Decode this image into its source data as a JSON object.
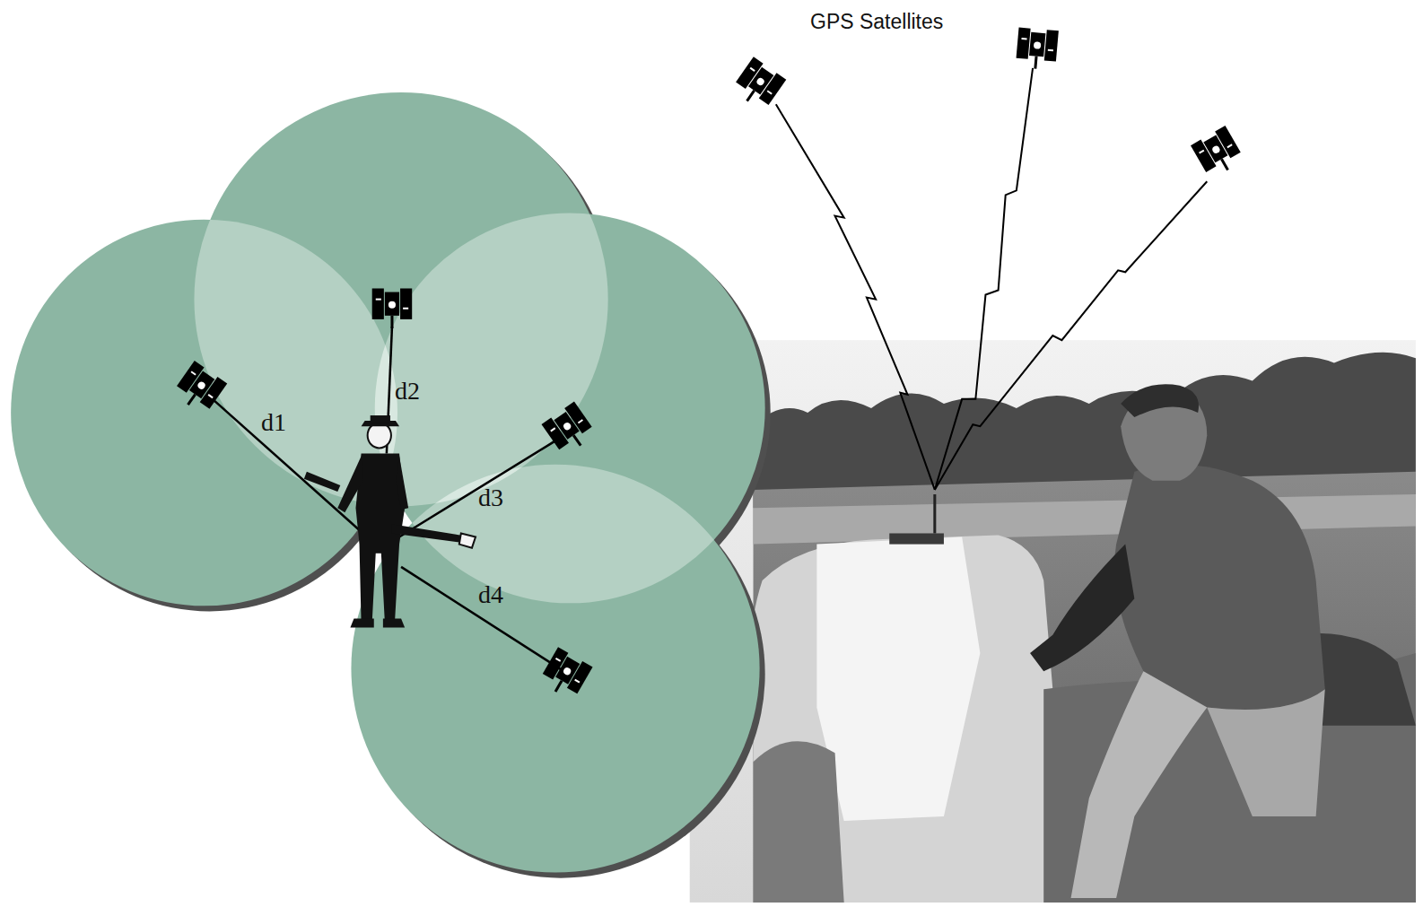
{
  "diagram": {
    "labels": [
      "GPS Satellites",
      "d1",
      "d2",
      "d3",
      "d4"
    ]
  }
}
